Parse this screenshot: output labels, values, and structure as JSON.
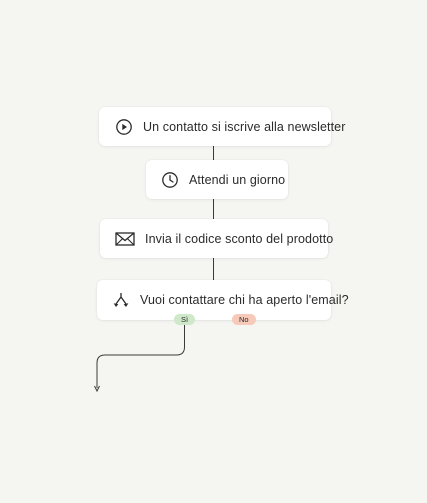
{
  "flow": {
    "steps": [
      {
        "icon": "play-icon",
        "label": "Un contatto si iscrive alla newsletter"
      },
      {
        "icon": "clock-icon",
        "label": "Attendi un giorno"
      },
      {
        "icon": "envelope-icon",
        "label": "Invia il codice sconto del prodotto"
      },
      {
        "icon": "branch-icon",
        "label": "Vuoi contattare chi ha aperto l'email?"
      }
    ],
    "branches": {
      "yes": {
        "label": "Sì",
        "color": "#cfe8c9"
      },
      "no": {
        "label": "No",
        "color": "#f6c9b8"
      }
    }
  }
}
